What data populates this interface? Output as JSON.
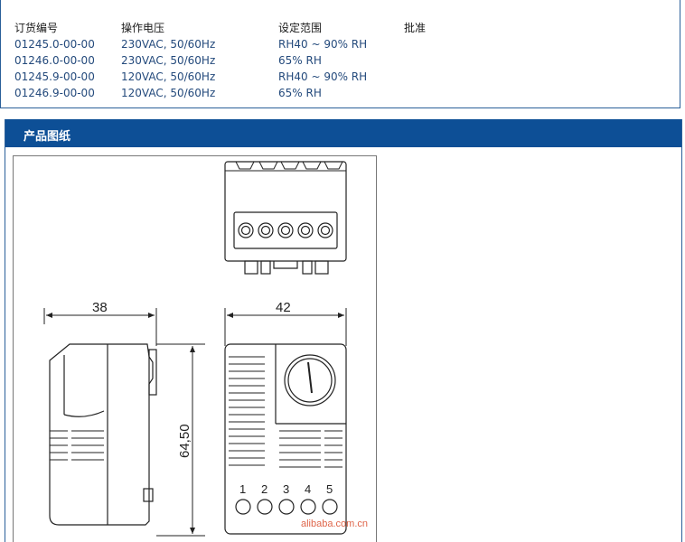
{
  "spec_table": {
    "headers": [
      "订货编号",
      "操作电压",
      "设定范围",
      "批准"
    ],
    "rows": [
      [
        "01245.0-00-00",
        "230VAC, 50/60Hz",
        "RH40 ~ 90% RH",
        ""
      ],
      [
        "01246.0-00-00",
        "230VAC, 50/60Hz",
        "65% RH",
        ""
      ],
      [
        "01245.9-00-00",
        "120VAC, 50/60Hz",
        "RH40 ~ 90% RH",
        ""
      ],
      [
        "01246.9-00-00",
        "120VAC, 50/60Hz",
        "65% RH",
        ""
      ]
    ]
  },
  "section": {
    "title": "产品图纸"
  },
  "drawing": {
    "dim_width_side": "38",
    "dim_width_front": "42",
    "dim_height": "64,50",
    "terminal_numbers": [
      "1",
      "2",
      "3",
      "4",
      "5"
    ],
    "watermark": "alibaba.com.cn"
  },
  "colors": {
    "header_bg": "#0d4f96",
    "border": "#2a5f99",
    "text": "#244a7c"
  }
}
